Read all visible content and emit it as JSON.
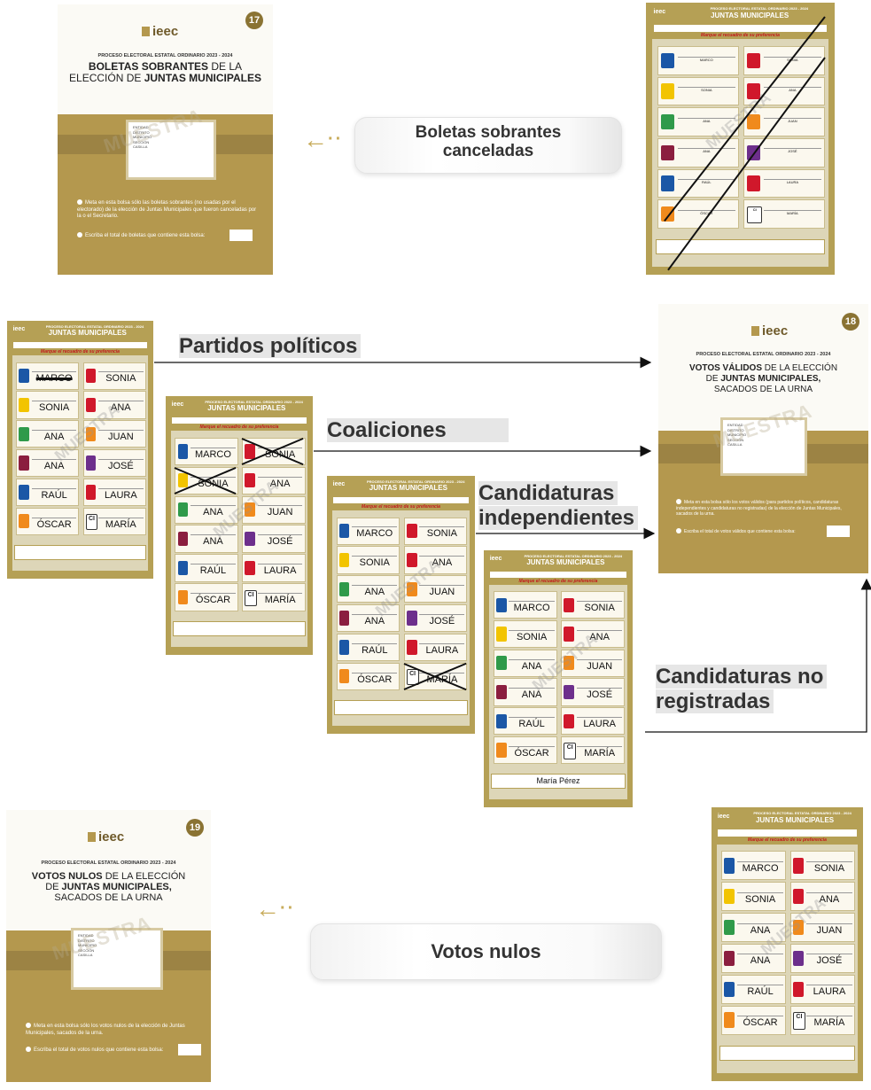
{
  "envelopes": {
    "e17": {
      "number": "17",
      "logo": "ieec",
      "process": "PROCESO ELECTORAL ESTATAL ORDINARIO 2023 - 2024",
      "title_bold1": "BOLETAS SOBRANTES",
      "title_lt1": " DE LA",
      "title_lt2": "ELECCIÓN DE ",
      "title_bold2": "JUNTAS MUNICIPALES",
      "instr1": "Meta en esta bolsa sólo las boletas sobrantes (no usadas por el electorado) de la elección de Juntas Municipales que fueron canceladas por la o el Secretario.",
      "instr2": "Escriba el total de boletas que contiene esta bolsa:",
      "watermark": "MUESTRA"
    },
    "e18": {
      "number": "18",
      "logo": "ieec",
      "process": "PROCESO ELECTORAL ESTATAL ORDINARIO 2023 - 2024",
      "title_bold1": "VOTOS VÁLIDOS",
      "title_lt1": " DE LA ELECCIÓN",
      "title_lt2": "DE ",
      "title_bold2": "JUNTAS MUNICIPALES,",
      "title_lt3": "SACADOS DE LA URNA",
      "instr1": "Meta en esta bolsa sólo los votos válidos (para partidos políticos, candidaturas independientes y candidaturas no registradas) de la elección de Juntas Municipales, sacados de la urna.",
      "instr2": "Escriba el total de votos válidos que contiene esta bolsa:",
      "watermark": "MUESTRA"
    },
    "e19": {
      "number": "19",
      "logo": "ieec",
      "process": "PROCESO ELECTORAL ESTATAL ORDINARIO 2023 - 2024",
      "title_bold1": "VOTOS NULOS",
      "title_lt1": " DE LA ELECCIÓN",
      "title_lt2": "DE ",
      "title_bold2": "JUNTAS MUNICIPALES,",
      "title_lt3": "SACADOS DE LA URNA",
      "instr1": "Meta en esta bolsa sólo los votos nulos de la elección de Juntas Municipales, sacados de la urna.",
      "instr2": "Escriba el total de votos nulos que contiene esta bolsa:",
      "watermark": "MUESTRA"
    },
    "label_lines": [
      "ENTIDAD",
      "DISTRITO",
      "MUNICIPIO",
      "SECCIÓN",
      "CASILLA"
    ]
  },
  "ballot": {
    "logo": "ieec",
    "process": "PROCESO ELECTORAL ESTATAL ORDINARIO 2023 - 2024",
    "title": "JUNTAS MUNICIPALES",
    "notice": "Marque el recuadro de su preferencia",
    "watermark": "MUESTRA",
    "names": [
      "MARCO",
      "SONIA",
      "SONIA",
      "ANA",
      "ANA",
      "JUAN",
      "ANA",
      "JOSÉ",
      "RAÚL",
      "LAURA",
      "ÓSCAR",
      "MARÍA"
    ],
    "ci": "CI",
    "write_in": "María Pérez"
  },
  "labels": {
    "boletas_sobrantes": "Boletas sobrantes canceladas",
    "partidos": "Partidos políticos",
    "coaliciones": "Coaliciones",
    "independientes_1": "Candidaturas",
    "independientes_2": "independientes",
    "no_registradas_1": "Candidaturas no",
    "no_registradas_2": "registradas",
    "votos_nulos": "Votos nulos"
  },
  "colors": {
    "gold": "#b4984e",
    "dark_gold": "#8a7333",
    "party_blue": "#1b57a6",
    "party_red": "#d0182b",
    "party_yellow": "#f2c400",
    "party_green": "#2f9a4a",
    "party_orange": "#f08a1c",
    "party_purple": "#6d2f8c",
    "party_maroon": "#8b1e3f"
  }
}
